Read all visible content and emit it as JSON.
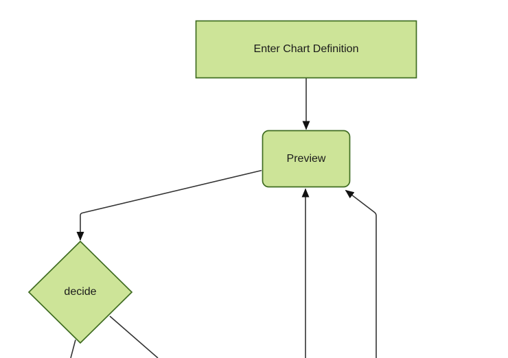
{
  "diagram": {
    "type": "flowchart",
    "nodes": [
      {
        "id": "enter-chart-definition",
        "label": "Enter Chart Definition",
        "shape": "rectangle"
      },
      {
        "id": "preview",
        "label": "Preview",
        "shape": "rounded-rectangle"
      },
      {
        "id": "decide",
        "label": "decide",
        "shape": "diamond"
      }
    ],
    "edges": [
      {
        "from": "enter-chart-definition",
        "to": "preview",
        "arrowhead": true
      },
      {
        "from": "preview",
        "to": "decide",
        "arrowhead": true
      },
      {
        "from": "offscreen-bottom-center",
        "to": "preview",
        "arrowhead": true
      },
      {
        "from": "offscreen-bottom-right",
        "to": "preview",
        "arrowhead": true
      },
      {
        "from": "decide",
        "to": "offscreen-bottom-left",
        "arrowhead": false
      },
      {
        "from": "decide",
        "to": "offscreen-bottom-right",
        "arrowhead": false
      }
    ],
    "colors": {
      "node_fill": "#cde498",
      "node_border": "#3f6c21",
      "edge_line": "#333333",
      "arrowhead": "#111111",
      "text": "#1a1a1a",
      "background": "#ffffff"
    }
  }
}
